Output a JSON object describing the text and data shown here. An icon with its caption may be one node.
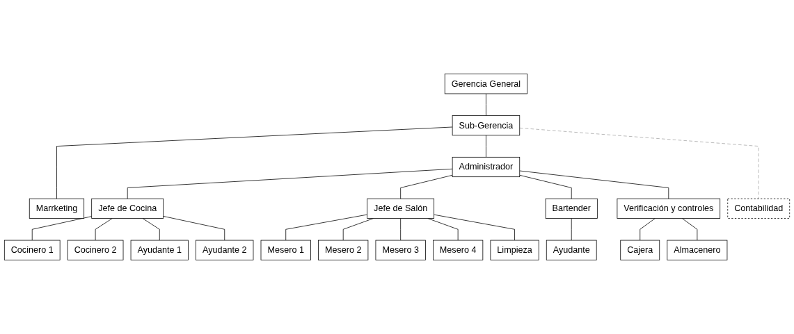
{
  "diagram": {
    "nodes": [
      {
        "text": [
          "Gerencia General"
        ]
      },
      {
        "text": [
          "Sub-Gerencia"
        ]
      },
      {
        "text": [
          "Contabilidad"
        ]
      },
      {
        "text": [
          "Marrketing"
        ]
      },
      {
        "text": [
          "Administrador"
        ]
      },
      {
        "text": [
          "Jefe de Cocina"
        ]
      },
      {
        "text": [
          "Jefe de Salón"
        ]
      },
      {
        "text": [
          "Bartender"
        ]
      },
      {
        "text": [
          "Verificación y controles"
        ]
      },
      {
        "text": [
          "Cocinero 1"
        ]
      },
      {
        "text": [
          "Cocinero 2"
        ]
      },
      {
        "text": [
          "Ayudante 1"
        ]
      },
      {
        "text": [
          "Ayudante 2"
        ]
      },
      {
        "text": [
          "Mesero 1"
        ]
      },
      {
        "text": [
          "Mesero 2"
        ]
      },
      {
        "text": [
          "Mesero 3"
        ]
      },
      {
        "text": [
          "Mesero 4"
        ]
      },
      {
        "text": [
          "Limpieza"
        ]
      },
      {
        "text": [
          "Ayudante"
        ]
      },
      {
        "text": [
          "Cajera"
        ]
      },
      {
        "text": [
          "Almacenero"
        ]
      }
    ],
    "edges": [
      {
        "from": 0,
        "to": 1,
        "arrow": "none"
      },
      {
        "from": 1,
        "to": 2,
        "arrow": "none",
        "style": "dashed",
        "color": "#a6a6a6"
      },
      {
        "from": 1,
        "to": 3,
        "arrow": "none"
      },
      {
        "from": 1,
        "to": 4,
        "arrow": "none"
      },
      {
        "from": 4,
        "to": 5,
        "arrow": "none"
      },
      {
        "from": 4,
        "to": 6,
        "arrow": "none"
      },
      {
        "from": 4,
        "to": 7,
        "arrow": "none"
      },
      {
        "from": 4,
        "to": 8,
        "arrow": "none"
      },
      {
        "from": 5,
        "to": 9,
        "arrow": "none"
      },
      {
        "from": 5,
        "to": 10,
        "arrow": "none"
      },
      {
        "from": 5,
        "to": 11,
        "arrow": "none"
      },
      {
        "from": 5,
        "to": 12,
        "arrow": "none"
      },
      {
        "from": 6,
        "to": 13,
        "arrow": "none"
      },
      {
        "from": 6,
        "to": 14,
        "arrow": "none"
      },
      {
        "from": 6,
        "to": 15,
        "arrow": "none"
      },
      {
        "from": 6,
        "to": 16,
        "arrow": "none"
      },
      {
        "from": 6,
        "to": 17,
        "arrow": "none"
      },
      {
        "from": 7,
        "to": 18,
        "arrow": "none"
      },
      {
        "from": 8,
        "to": 19,
        "arrow": "none"
      },
      {
        "from": 8,
        "to": 20,
        "arrow": "none"
      }
    ]
  }
}
